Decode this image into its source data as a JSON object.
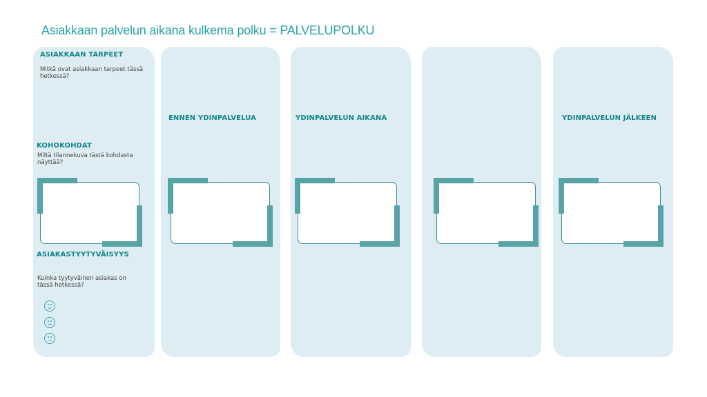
{
  "title": "Asiakkaan palvelun aikana kulkema polku = PALVELUPOLKU",
  "rows": {
    "needs_heading": "ASIAKKAAN TARPEET",
    "needs_question": "Mitkä ovat asiakkaan tarpeet tässä hetkessä?",
    "highlights_heading": "KOHOKOHDAT",
    "highlights_question": "Miltä tilannekuva tästä kohdasta näyttää?",
    "satisfaction_heading": "ASIAKASTYYTYVÄISYYS",
    "satisfaction_question": "Kuinka tyytyväinen asiakas on tässä hetkessä?"
  },
  "phases": {
    "before": "ENNEN YDINPALVELUA",
    "during": "YDINPALVELUN AIKANA",
    "after": "YDINPALVELUN JÄLKEEN"
  },
  "icons": [
    "smiley-happy-icon",
    "smiley-neutral-icon",
    "smiley-sad-icon"
  ],
  "colors": {
    "accent": "#14868a",
    "column_background": "#deedf3",
    "frame": "#58a3a5"
  }
}
